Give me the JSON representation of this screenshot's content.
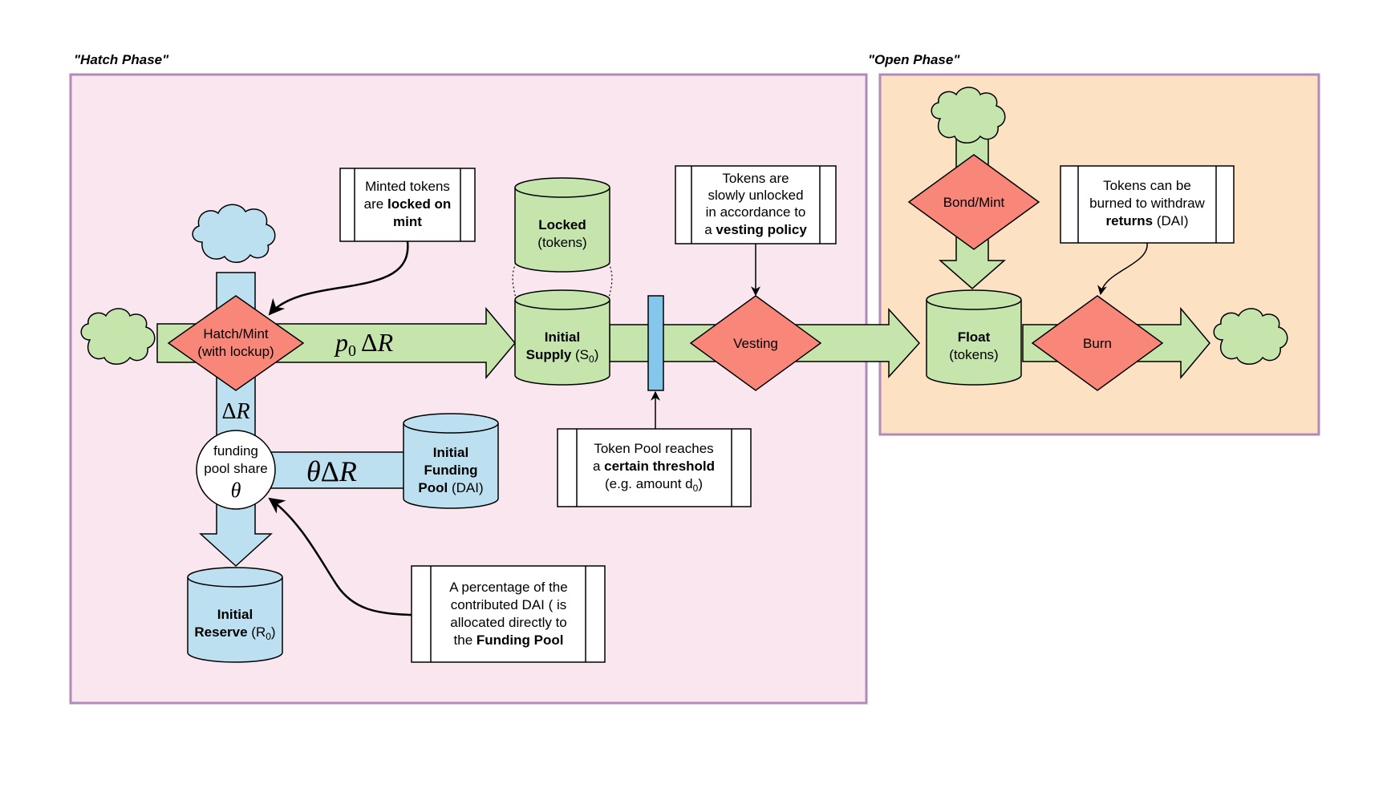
{
  "phases": {
    "hatch": "\"Hatch Phase\"",
    "open": "\"Open Phase\""
  },
  "colors": {
    "hatch_bg": "#f9e6ee",
    "open_bg": "#fde1c3",
    "phase_border": "#b18ab9",
    "green": "#c5e5ad",
    "blue": "#bde0f0",
    "salmon": "#f8877a",
    "threshold_bar": "#84c7ea"
  },
  "nodes": {
    "hatch_mint": {
      "line1": "Hatch/Mint",
      "line2": "(with lockup)"
    },
    "vesting": {
      "label": "Vesting"
    },
    "bond_mint": {
      "label": "Bond/Mint"
    },
    "burn": {
      "label": "Burn"
    },
    "funding_share": {
      "line1": "funding",
      "line2": "pool share",
      "symbol": "θ"
    },
    "locked": {
      "line1": "Locked",
      "line2": "(tokens)"
    },
    "initial_supply": {
      "line1": "Initial",
      "line2": "Supply",
      "line2_rest": " (S",
      "sub": "0",
      "close": ")"
    },
    "float": {
      "line1": "Float",
      "line2": "(tokens)"
    },
    "initial_funding": {
      "line1": "Initial",
      "line2": "Funding",
      "line3": "Pool",
      "line3_rest": " (DAI)"
    },
    "initial_reserve": {
      "line1": "Initial",
      "line2": "Reserve",
      "line2_rest": " (R",
      "sub": "0",
      "close": ")"
    }
  },
  "flows": {
    "p0_dR": {
      "p": "p",
      "sub": "0",
      "delta": "Δ",
      "r": "R"
    },
    "dR": {
      "delta": "Δ",
      "r": "R"
    },
    "theta_dR": {
      "theta": "θ",
      "delta": "Δ",
      "r": "R"
    }
  },
  "notes": {
    "minted": {
      "line1": "Minted tokens",
      "line2a": "are ",
      "line2b": "locked on",
      "line3": "mint"
    },
    "vesting": {
      "line1": "Tokens are",
      "line2": "slowly unlocked",
      "line3": "in accordance to",
      "line4a": "a ",
      "line4b": "vesting policy"
    },
    "burned": {
      "line1": "Tokens can be",
      "line2": "burned to withdraw",
      "line3a": "returns",
      "line3b": " (DAI)"
    },
    "threshold": {
      "line1": "Token Pool reaches",
      "line2a": "a ",
      "line2b": "certain threshold",
      "line3a": "(e.g. amount d",
      "sub": "0",
      "line3b": ")"
    },
    "percentage": {
      "line1": "A percentage of the",
      "line2": "contributed DAI ( is",
      "line3": "allocated directly to",
      "line4a": "the ",
      "line4b": "Funding Pool"
    }
  },
  "icons": [
    "cloud-icon-blue",
    "cloud-icon-green-left",
    "cloud-icon-green-right",
    "cloud-icon-green-top"
  ]
}
